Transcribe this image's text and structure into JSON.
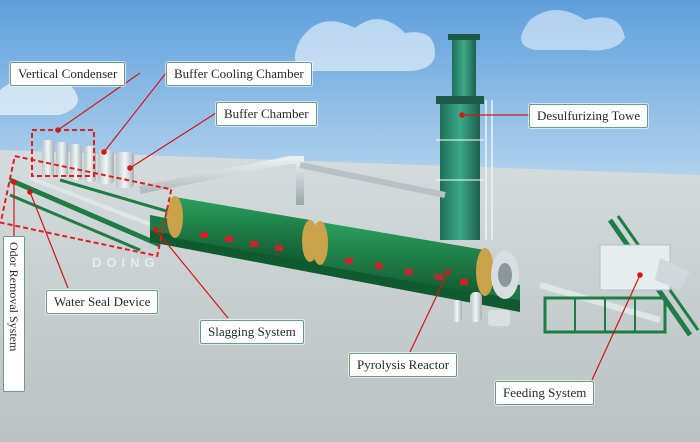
{
  "labels": {
    "vertical_condenser": "Vertical Condenser",
    "buffer_cooling_chamber": "Buffer Cooling Chamber",
    "buffer_chamber": "Buffer Chamber",
    "desulfurizing_tower": "Desulfurizing Towe",
    "odor_removal_system": "Odor Removal System",
    "water_seal_device": "Water Seal Device",
    "slagging_system": "Slagging System",
    "pyrolysis_reactor": "Pyrolysis Reactor",
    "feeding_system": "Feeding System"
  },
  "watermark": {
    "brand": "DOING"
  },
  "colors": {
    "leader_line": "#d01818",
    "highlight_box": "#e02020",
    "equipment_green": "#1f8a4c",
    "reactor_dark_green": "#17693a",
    "tower_teal": "#2b8f70",
    "sky": "#7fb6e6",
    "ground": "#c9d1d3"
  }
}
